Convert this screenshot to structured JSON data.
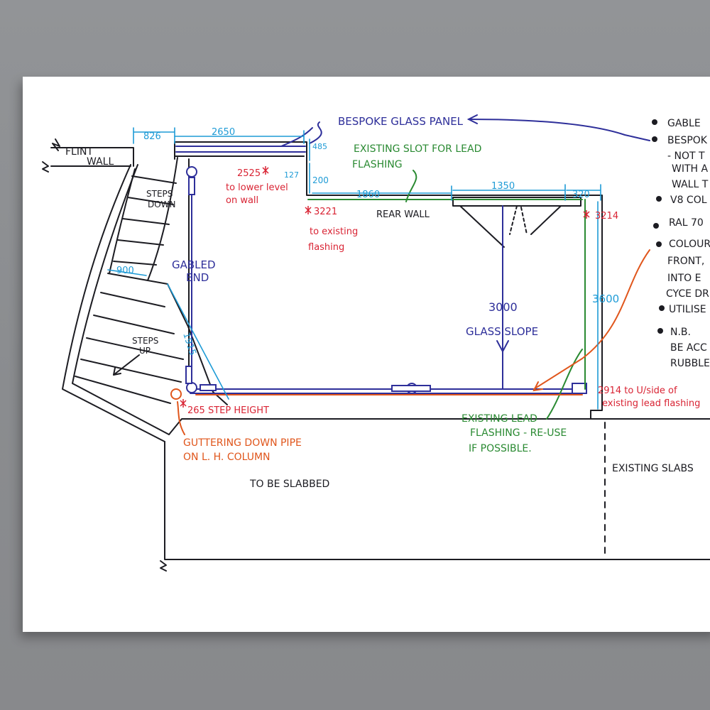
{
  "colors": {
    "black": "#1c1c22",
    "blue": "#2e2f9a",
    "cyan": "#1e9bd6",
    "red": "#d92434",
    "green": "#2a8a32",
    "orange": "#e0561c"
  },
  "labels": {
    "flint_wall": "FLINT",
    "flint_wall2": "WALL",
    "steps_down": "STEPS",
    "steps_down2": "DOWN",
    "steps_up": "STEPS",
    "steps_up2": "UP",
    "gabled_end": "GABLED",
    "gabled_end2": "END",
    "glass_slope": "GLASS SLOPE",
    "rear_wall": "REAR WALL",
    "to_be_slabbed": "TO BE SLABBED",
    "existing_slabs": "EXISTING SLABS",
    "bespoke_panel": "BESPOKE GLASS PANEL",
    "existing_slot": "EXISTING SLOT FOR LEAD",
    "existing_slot2": "FLASHING",
    "existing_lead": "EXISTING LEAD",
    "existing_lead2": "FLASHING - RE-USE",
    "existing_lead3": "IF POSSIBLE.",
    "guttering": "GUTTERING DOWN PIPE",
    "guttering2": "ON L. H. COLUMN"
  },
  "dimensions": {
    "d826": "826",
    "d2650": "2650",
    "d485": "485",
    "d127": "127",
    "d200": "200",
    "d1860": "1860",
    "d1350": "1350",
    "d320": "320",
    "d3600": "3600",
    "d900": "900",
    "d1915": "1915",
    "d3000": "3000"
  },
  "red_notes": {
    "n2525": "2525",
    "n2525b": "to lower level",
    "n2525c": "on wall",
    "n3221": "3221",
    "n3221b": "to existing",
    "n3221c": "flashing",
    "n3214": "3214",
    "n265": "265 STEP HEIGHT",
    "n2914": "2914 to U/side of",
    "n2914b": "existing lead flashing"
  },
  "bullets": [
    "GABLE",
    "BESPOK",
    "- NOT T",
    "WITH A",
    "WALL T",
    "V8 COL",
    "RAL 70",
    "COLOUR",
    "FRONT,",
    "INTO E",
    "CYCE DR",
    "UTILISE",
    "N.B.",
    "BE ACC",
    "RUBBLE"
  ]
}
